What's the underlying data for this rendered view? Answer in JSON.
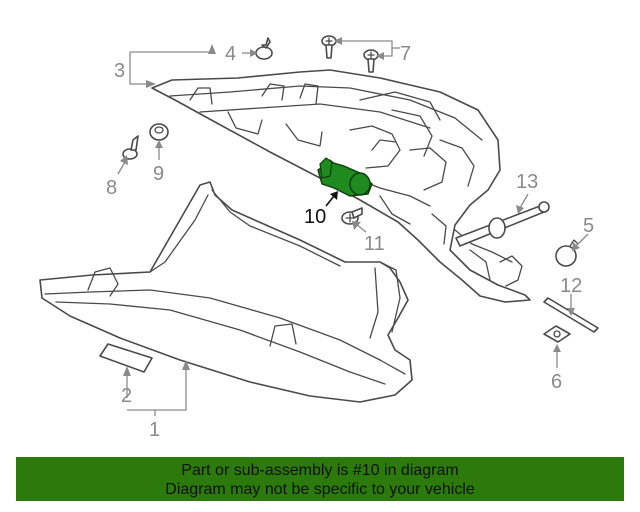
{
  "callouts": {
    "c1": "1",
    "c2": "2",
    "c3": "3",
    "c4": "4",
    "c5": "5",
    "c6": "6",
    "c7": "7",
    "c8": "8",
    "c9": "9",
    "c10": "10",
    "c11": "11",
    "c12": "12",
    "c13": "13"
  },
  "highlight": {
    "part_number": "10",
    "color": "#1f8a1f"
  },
  "banner": {
    "line1": "Part or sub-assembly is #10 in diagram",
    "line2": "Diagram may not be specific to your vehicle",
    "background": "#2b7a0b"
  }
}
